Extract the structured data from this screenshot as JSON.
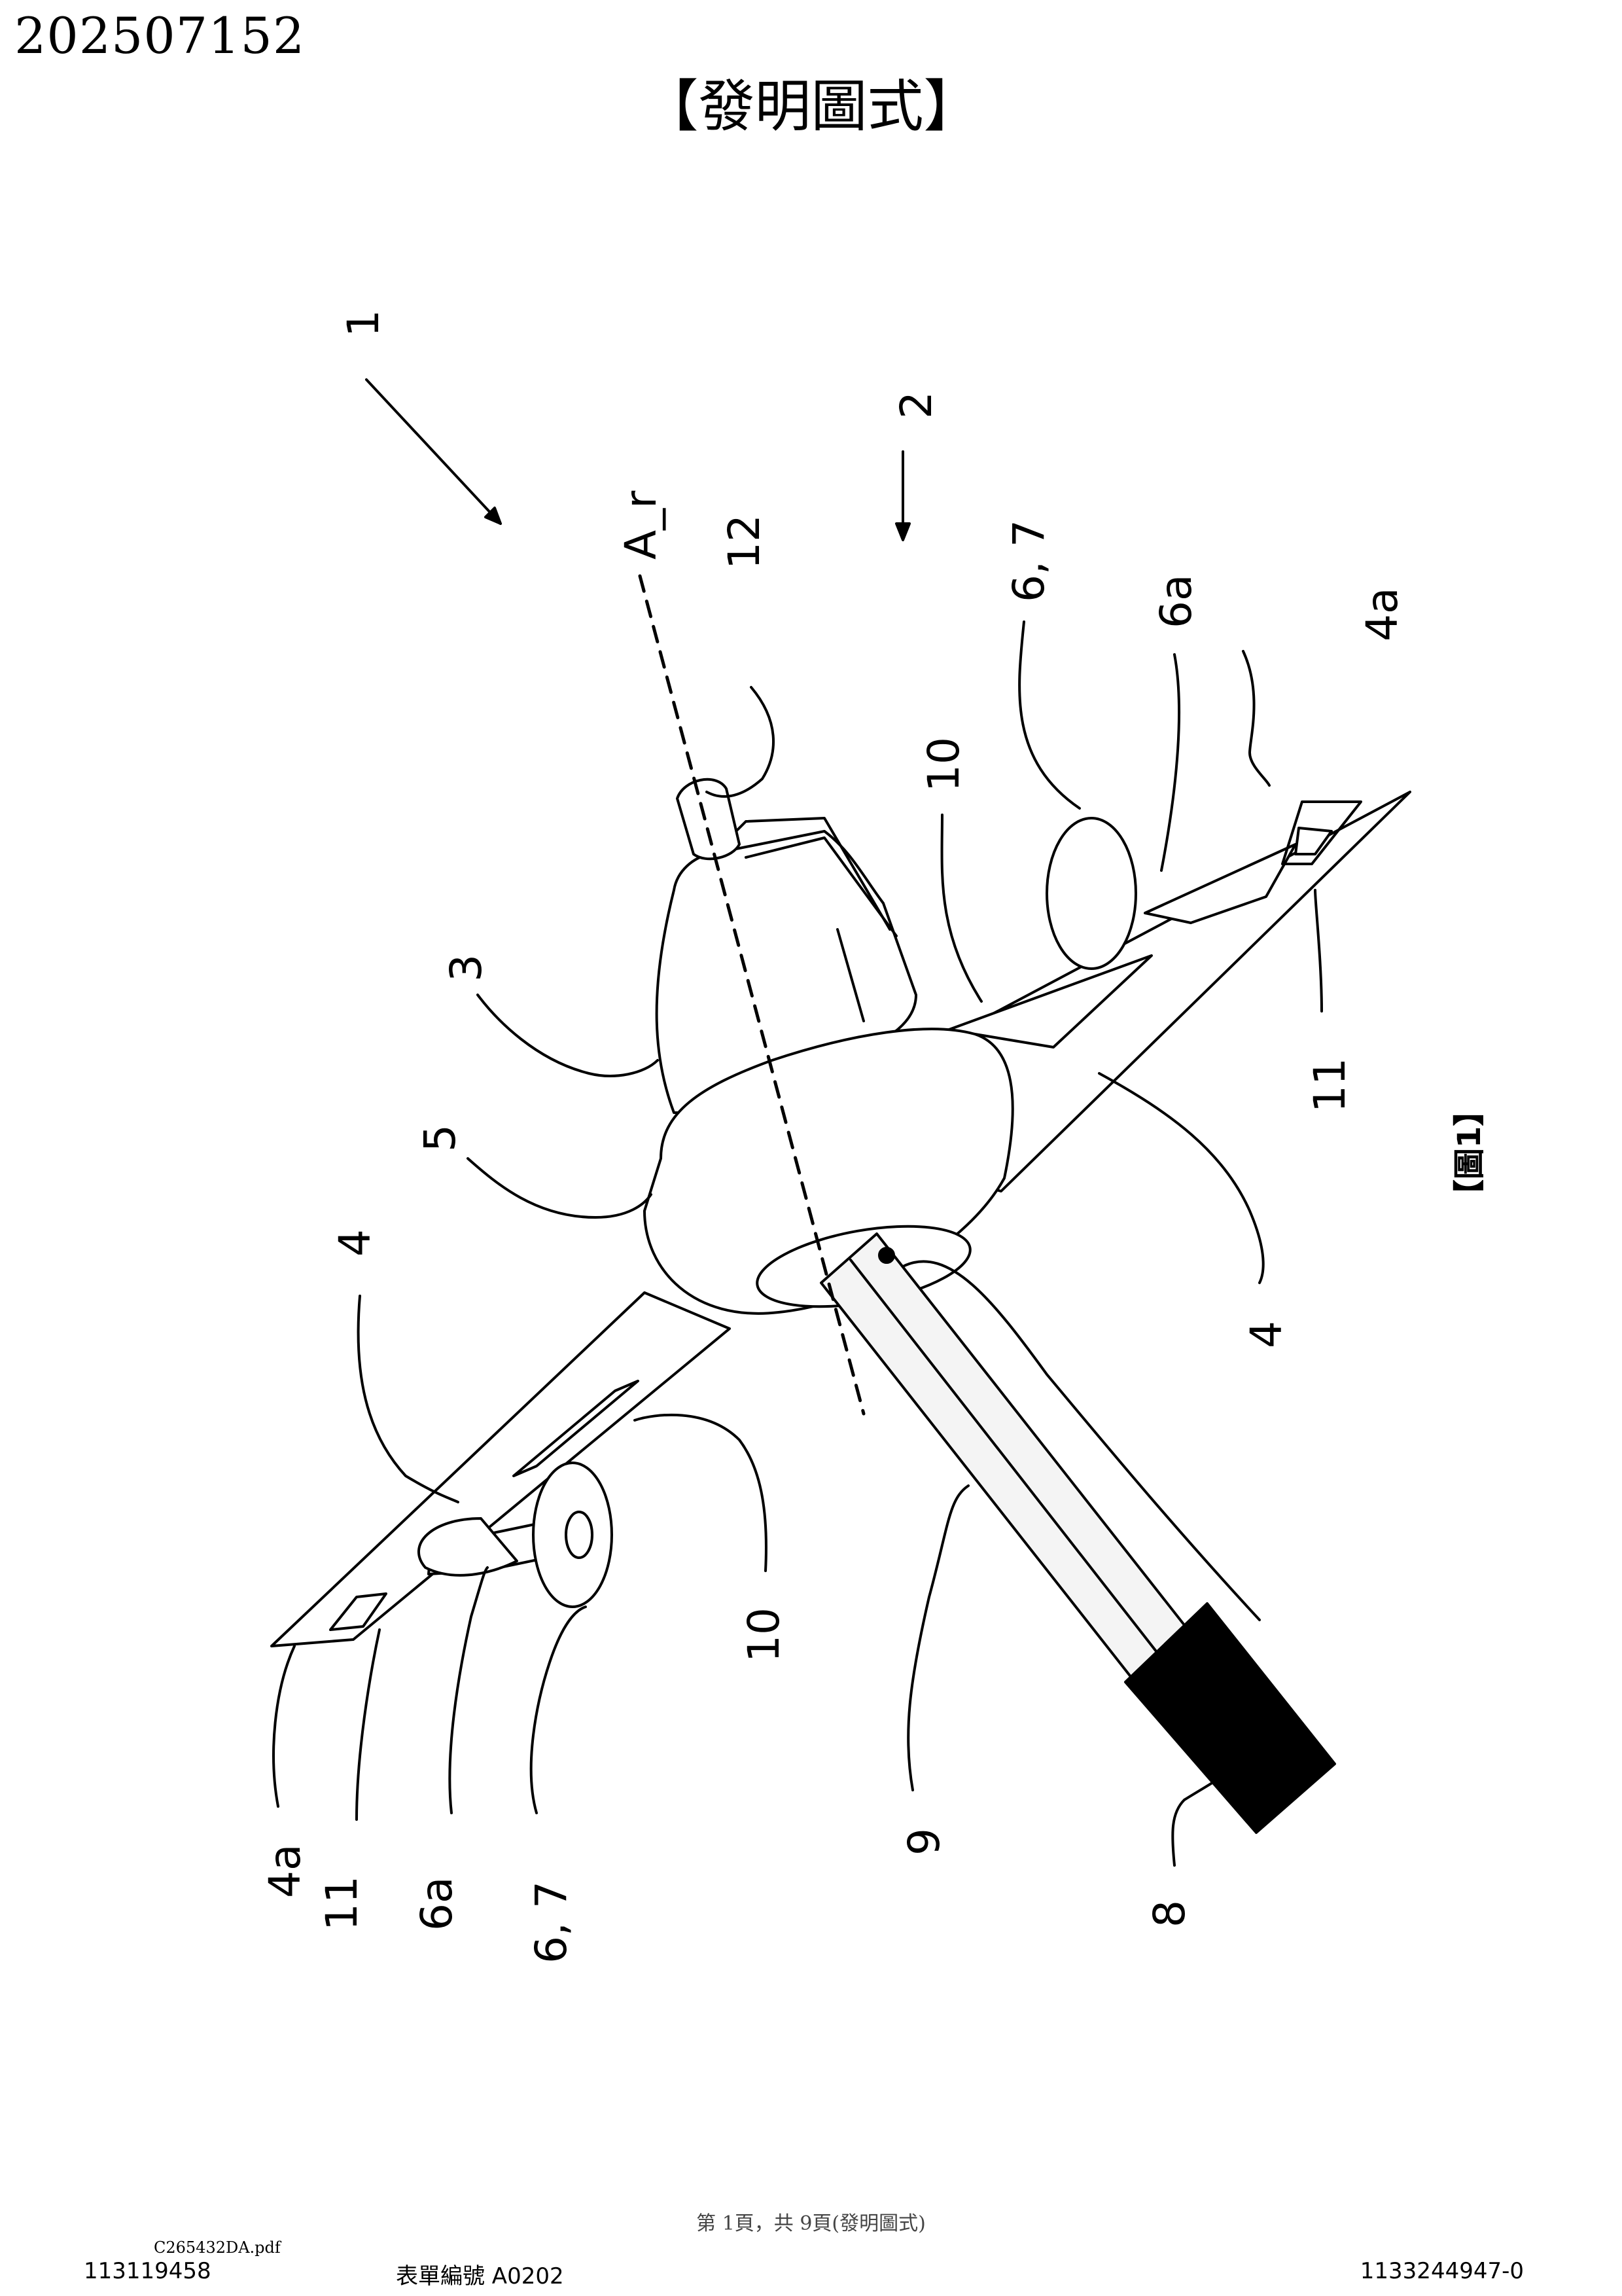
{
  "header": {
    "publication_number": "202507152",
    "section_title": "【發明圖式】"
  },
  "figure": {
    "caption": "【圖1】",
    "labels": {
      "aircraft": "1",
      "arrow_2": "2",
      "axis": "A_r",
      "cap": "12",
      "body": "3",
      "hub": "5",
      "arm_upper_left": "4",
      "arm_lower_right": "4",
      "arm_tip_right": "4a",
      "arm_tip_left": "4a",
      "rotor_right": "6, 7",
      "rotor_left": "6, 7",
      "shaft_right": "6a",
      "shaft_left": "6a",
      "slot_right_a": "10",
      "slot_right_b": "10",
      "slot_left": "10",
      "marker_right": "11",
      "marker_left": "11",
      "boom": "9",
      "boom_end": "8"
    }
  },
  "footer": {
    "page_info": "第 1頁，共 9頁(發明圖式)",
    "file_name": "C265432DA.pdf",
    "application_number": "113119458",
    "form_number": "表單編號 A0202",
    "document_id": "1133244947-0"
  }
}
